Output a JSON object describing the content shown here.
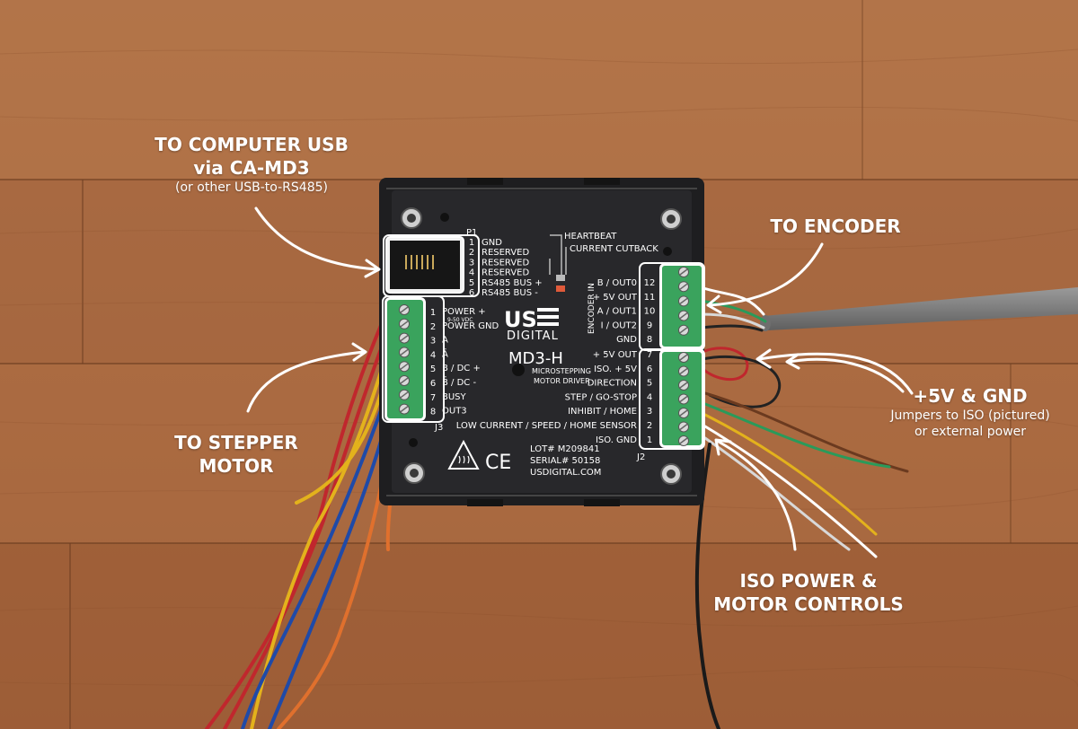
{
  "callouts": {
    "usb": {
      "line1": "TO COMPUTER USB",
      "line2": "via CA-MD3",
      "line3": "(or other USB-to-RS485)"
    },
    "encoder": {
      "line1": "TO ENCODER"
    },
    "stepper": {
      "line1": "TO STEPPER",
      "line2": "MOTOR"
    },
    "power": {
      "line1": "+5V & GND",
      "line2": "Jumpers to ISO (pictured)",
      "line3": "or external power"
    },
    "iso": {
      "line1": "ISO POWER &",
      "line2": "MOTOR CONTROLS"
    }
  },
  "board": {
    "brand1": "US",
    "brand2": "DIGITAL",
    "model": "MD3-H",
    "model_sub1": "MICROSTEPPING",
    "model_sub2": "MOTOR DRIVER",
    "lot": "LOT# M209841",
    "serial": "SERIAL# 50158",
    "website": "USDIGITAL.COM",
    "ce_mark": "CE",
    "heartbeat": "HEARTBEAT",
    "current_cutback": "CURRENT CUTBACK",
    "encoder_in": "ENCODER IN",
    "j2": "J2",
    "j3": "J3",
    "p1": {
      "name": "P1",
      "pins": [
        {
          "num": "1",
          "label": "GND"
        },
        {
          "num": "2",
          "label": "RESERVED"
        },
        {
          "num": "3",
          "label": "RESERVED"
        },
        {
          "num": "4",
          "label": "RESERVED"
        },
        {
          "num": "5",
          "label": "RS485 BUS +"
        },
        {
          "num": "6",
          "label": "RS485 BUS -"
        }
      ]
    },
    "j3_pins": [
      {
        "num": "1",
        "label": "POWER +",
        "sub": "9-50 VDC"
      },
      {
        "num": "2",
        "label": "POWER GND"
      },
      {
        "num": "3",
        "label": "A"
      },
      {
        "num": "4",
        "label": "Ā"
      },
      {
        "num": "5",
        "label": "B / DC +"
      },
      {
        "num": "6",
        "label": "B̄ / DC -"
      },
      {
        "num": "7",
        "label": "BUSY"
      },
      {
        "num": "8",
        "label": "OUT3"
      }
    ],
    "encoder_pins": [
      {
        "num": "12",
        "label": "B / OUT0"
      },
      {
        "num": "11",
        "label": "+ 5V OUT"
      },
      {
        "num": "10",
        "label": "A / OUT1"
      },
      {
        "num": "9",
        "label": "I / OUT2"
      },
      {
        "num": "8",
        "label": "GND"
      }
    ],
    "control_pins": [
      {
        "num": "7",
        "label": "+ 5V OUT"
      },
      {
        "num": "6",
        "label": "ISO. + 5V"
      },
      {
        "num": "5",
        "label": "DIRECTION"
      },
      {
        "num": "4",
        "label": "STEP / GO-STOP"
      },
      {
        "num": "3",
        "label": "INHIBIT / HOME"
      },
      {
        "num": "2",
        "label": "LOW CURRENT / SPEED / HOME SENSOR"
      },
      {
        "num": "1",
        "label": "ISO. GND"
      }
    ]
  }
}
